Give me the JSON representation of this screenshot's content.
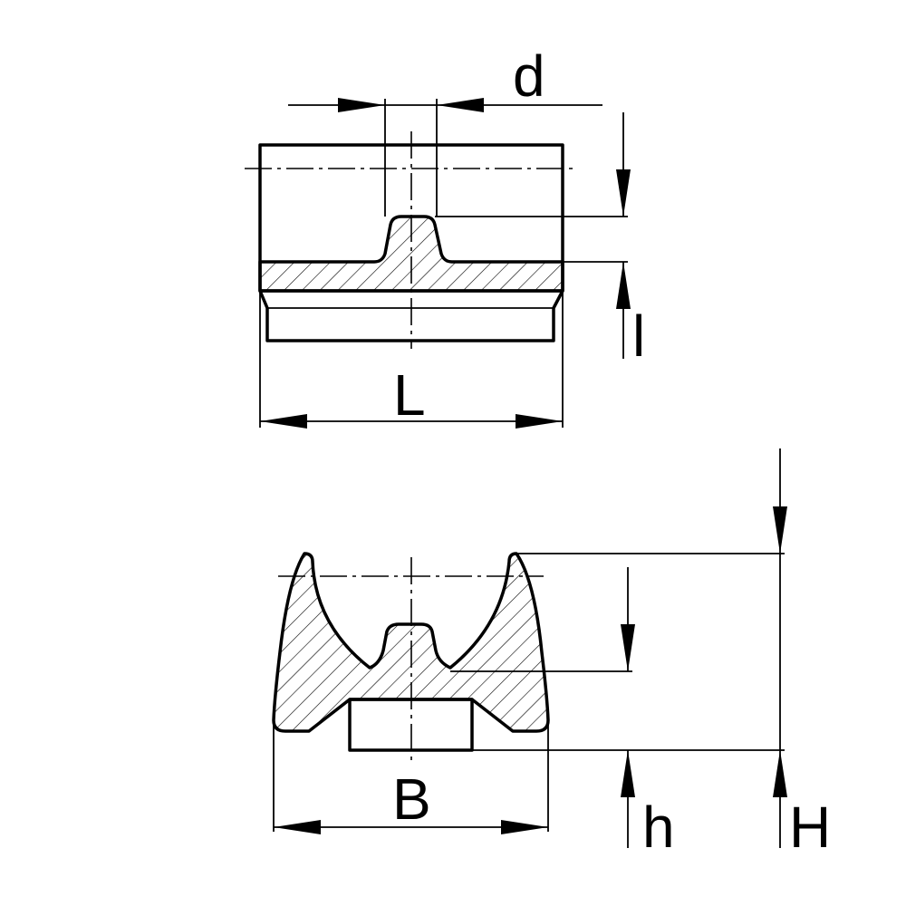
{
  "colors": {
    "line": "#000000",
    "background": "#ffffff"
  },
  "dimensions": {
    "d": "d",
    "l": "l",
    "L": "L",
    "B": "B",
    "h": "h",
    "H": "H"
  }
}
